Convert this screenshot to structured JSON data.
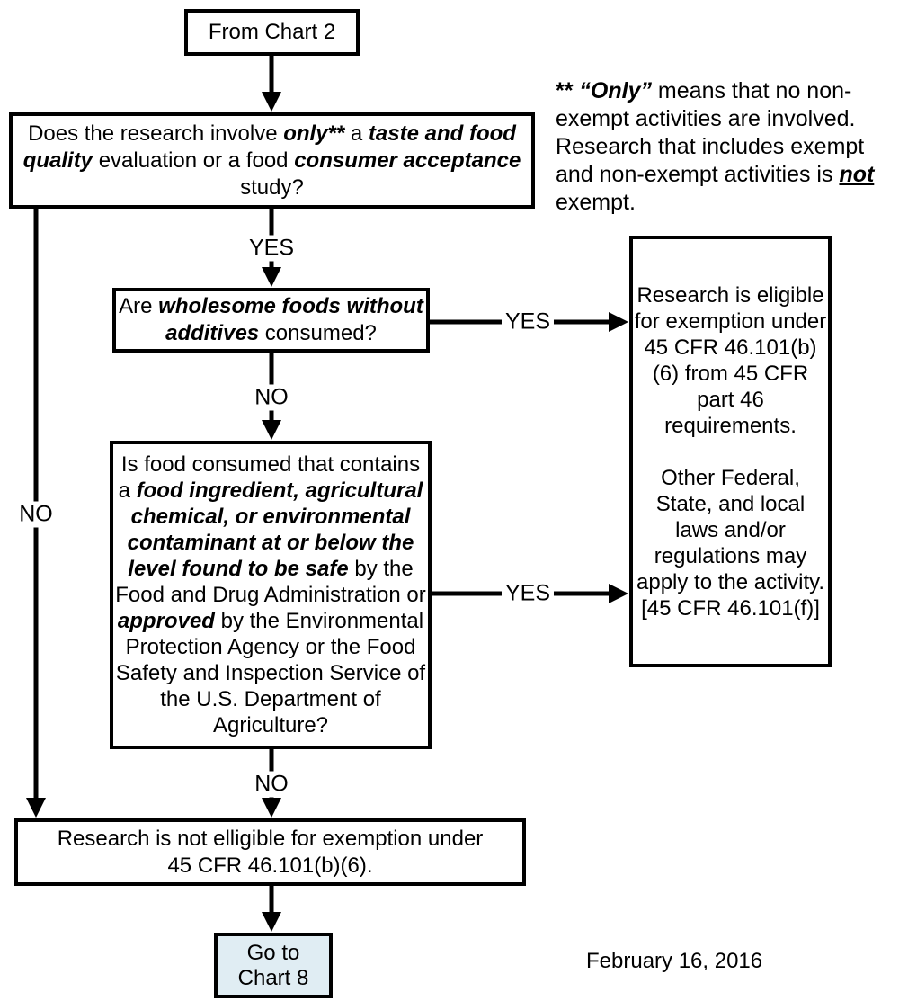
{
  "colors": {
    "line": "#000000",
    "box_background": "#ffffff",
    "goto_fill": "#e0edf3"
  },
  "nodes": {
    "start": {
      "text": "From Chart 2"
    },
    "q1": {
      "segments": [
        {
          "t": "Does the research involve "
        },
        {
          "t": "only**",
          "b": true,
          "i": true
        },
        {
          "t": " a "
        },
        {
          "t": "taste and food quality",
          "b": true,
          "i": true
        },
        {
          "t": " evaluation or a food "
        },
        {
          "t": "consumer acceptance",
          "b": true,
          "i": true
        },
        {
          "t": " study?"
        }
      ]
    },
    "q2": {
      "segments": [
        {
          "t": "Are "
        },
        {
          "t": "wholesome foods without additives",
          "b": true,
          "i": true
        },
        {
          "t": " consumed?"
        }
      ]
    },
    "q3": {
      "segments": [
        {
          "t": "Is food consumed that contains a "
        },
        {
          "t": "food ingredient, agricultural chemical, or environmental contaminant at or below the level found to be safe",
          "b": true,
          "i": true
        },
        {
          "t": " by the Food and Drug Administration or "
        },
        {
          "t": "approved",
          "b": true,
          "i": true
        },
        {
          "t": " by the Environmental Protection Agency or the Food Safety and Inspection Service of the U.S. Department of Agriculture?"
        }
      ]
    },
    "eligible": {
      "para1": "Research is eligible for exemption under 45 CFR 46.101(b)(6) from 45 CFR part 46 requirements.",
      "para2": "Other Federal, State, and local laws and/or regulations may apply to the activity. [45 CFR 46.101(f)]"
    },
    "not_eligible": {
      "text": "Research is not elligible for exemption under 45 CFR 46.101(b)(6)."
    },
    "goto": {
      "line1": "Go to",
      "line2": "Chart 8"
    },
    "note": {
      "segments": [
        {
          "t": "** ",
          "b": true
        },
        {
          "t": "“Only”",
          "b": true,
          "i": true
        },
        {
          "t": " means that no non-exempt activities are involved. Research that includes exempt and non-exempt activities is "
        },
        {
          "t": "not",
          "b": true,
          "i": true,
          "u": true
        },
        {
          "t": " exempt."
        }
      ]
    }
  },
  "labels": {
    "yes_q1": "YES",
    "no_left": "NO",
    "yes_q2": "YES",
    "no_q2": "NO",
    "yes_q3": "YES",
    "no_q3": "NO"
  },
  "footer": {
    "date": "February 16, 2016"
  }
}
